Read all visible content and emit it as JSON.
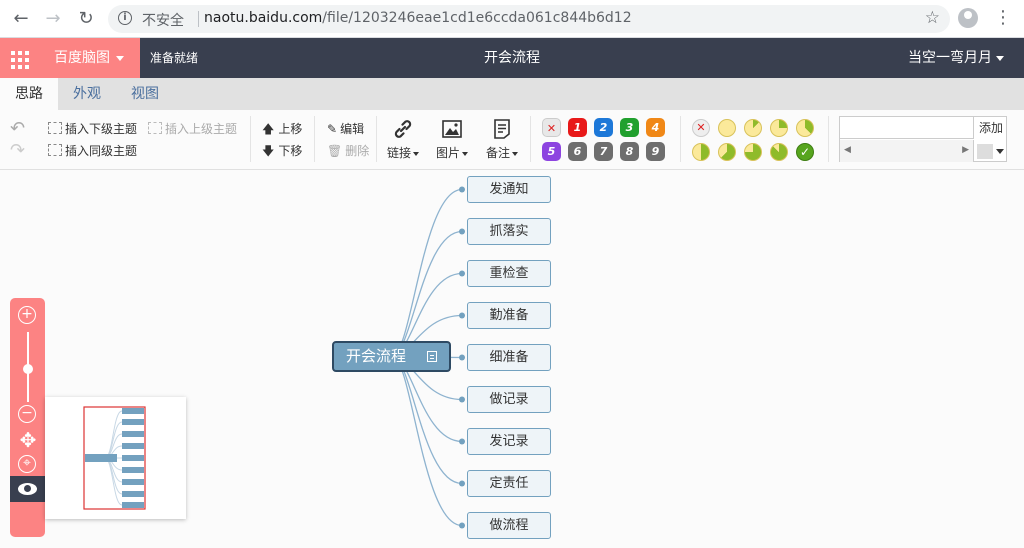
{
  "browser": {
    "insecure_label": "不安全",
    "url_host": "naotu.baidu.com",
    "url_path": "/file/1203246eae1cd1e6ccda061c844b6d12"
  },
  "header": {
    "brand": "百度脑图",
    "save_status": "准备就绪",
    "doc_title": "开会流程",
    "user": "当空一弯月月"
  },
  "tabs": [
    {
      "label": "思路",
      "active": true
    },
    {
      "label": "外观",
      "active": false
    },
    {
      "label": "视图",
      "active": false
    }
  ],
  "toolbar": {
    "insert_child": "插入下级主题",
    "insert_parent": "插入上级主题",
    "insert_sibling": "插入同级主题",
    "move_up": "上移",
    "move_down": "下移",
    "edit": "编辑",
    "delete": "删除",
    "link": "链接",
    "image": "图片",
    "note": "备注",
    "priorities": [
      "1",
      "2",
      "3",
      "4",
      "5",
      "6",
      "7",
      "8",
      "9"
    ],
    "priority_colors": [
      "#e81919",
      "#1d78d8",
      "#21a02e",
      "#f08817",
      "#8d44e0",
      "#6e6e6e",
      "#6e6e6e",
      "#6e6e6e",
      "#6e6e6e"
    ],
    "add_label": "添加",
    "search_placeholder": ""
  },
  "mindmap": {
    "root": "开会流程",
    "children": [
      "发通知",
      "抓落实",
      "重检查",
      "勤准备",
      "细准备",
      "做记录",
      "发记录",
      "定责任",
      "做流程"
    ]
  },
  "colors": {
    "accent": "#fc8383",
    "header_bg": "#393f4f",
    "node_fill": "#73a1bf",
    "node_border": "#2e4a63",
    "line": "#8eb3cf"
  }
}
